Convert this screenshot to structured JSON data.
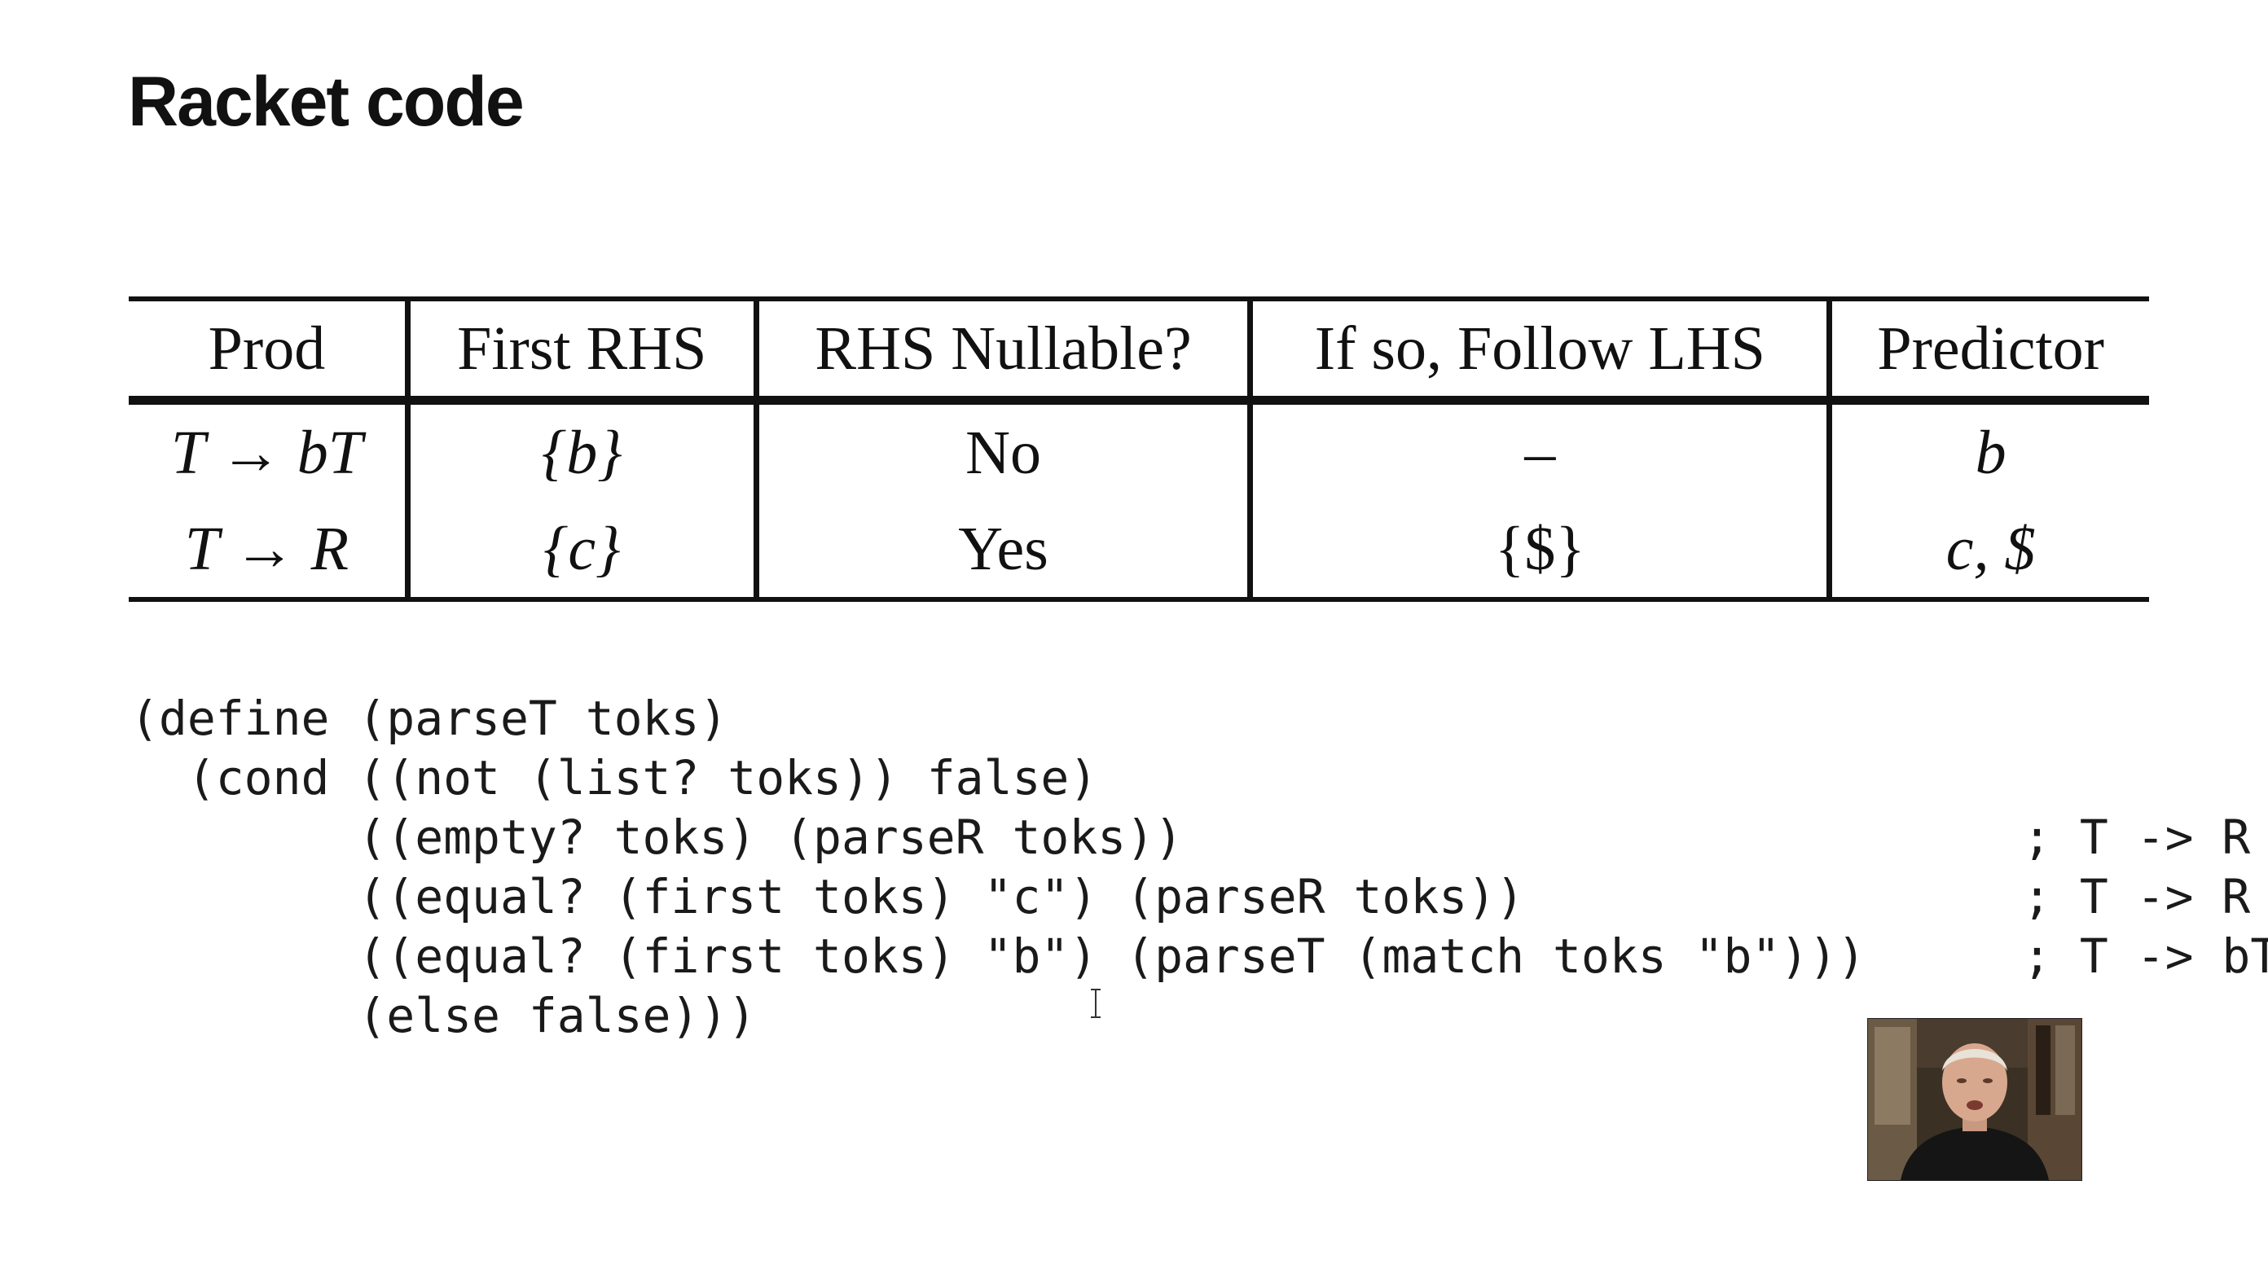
{
  "slide": {
    "title": "Racket code"
  },
  "table": {
    "headers": [
      "Prod",
      "First RHS",
      "RHS Nullable?",
      "If so, Follow LHS",
      "Predictor"
    ],
    "rows": [
      {
        "prod": "T → bT",
        "first_rhs": "{b}",
        "nullable": "No",
        "follow_lhs": "–",
        "predictor": "b"
      },
      {
        "prod": "T → R",
        "first_rhs": "{c}",
        "nullable": "Yes",
        "follow_lhs": "{$}",
        "predictor": "c, $"
      }
    ]
  },
  "code": {
    "lines": [
      "(define (parseT toks)",
      "  (cond ((not (list? toks)) false)",
      "        ((empty? toks) (parseR toks))",
      "        ((equal? (first toks) \"c\") (parseR toks))",
      "        ((equal? (first toks) \"b\") (parseT (match toks \"b\")))",
      "        (else false)))"
    ],
    "comments": [
      "; T -> R",
      "; T -> R",
      "; T -> bT"
    ]
  },
  "overlay": {
    "cursor_icon": "text-cursor-icon",
    "webcam": "presenter-webcam"
  }
}
